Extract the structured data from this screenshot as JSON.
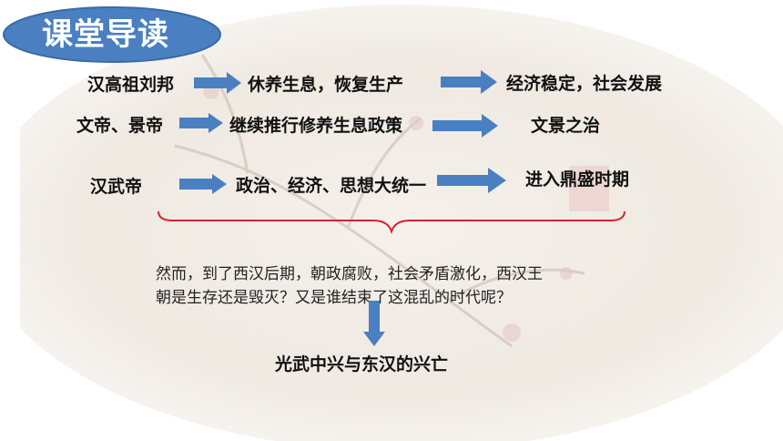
{
  "title": "课堂导读",
  "rows": [
    {
      "subject": "汉高祖刘邦",
      "action": "休养生息，恢复生产",
      "result": "经济稳定，社会发展"
    },
    {
      "subject": "文帝、景帝",
      "action": "继续推行修养生息政策",
      "result": "文景之治"
    },
    {
      "subject": "汉武帝",
      "action": "政治、经济、思想大统一",
      "result": "进入鼎盛时期"
    }
  ],
  "paragraph": {
    "line1": "然而，到了西汉后期，朝政腐败，社会矛盾激化，西汉王",
    "line2": "朝是生存还是毁灭？又是谁结束了这混乱的时代呢？"
  },
  "conclusion": "光武中兴与东汉的兴亡",
  "colors": {
    "accent": "#4A7FC1",
    "title_bg": "#4A7FC1",
    "brace": "#D9222A",
    "background_tint": "#F1ECE6"
  }
}
